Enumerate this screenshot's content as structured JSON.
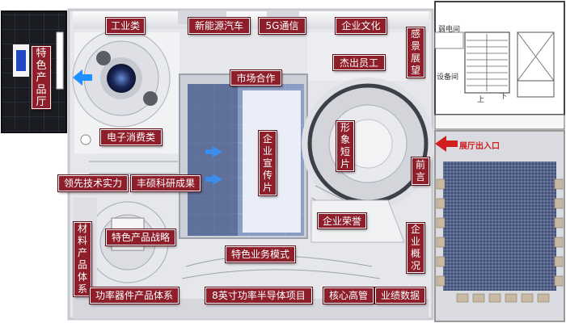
{
  "colors": {
    "label_bg": "#8e1e2a",
    "label_text": "#ffffff",
    "floor": "#e8e9ec",
    "arrow_blue": "#1e90ff",
    "arrow_red": "#d11e1e",
    "carpet": "#4a5a7a"
  },
  "labels": {
    "gongye": "工业类",
    "xinnengyuan": "新能源汽车",
    "fiveg": "5G通信",
    "qiye_wenhua": "企业文化",
    "ganjing_zhanwang": "感景展望",
    "tese_chanpin_ting": "特色产品厅",
    "shichang_hezuo": "市场合作",
    "jiechu_yuangong": "杰出员工",
    "xingxiang_duanpian": "形象短片",
    "dianzi_xiaofei": "电子消费类",
    "qiye_xuanchuan": "企业宣传片",
    "qianyan": "前言",
    "lingxian_jishu": "领先技术实力",
    "fengshuo_keyan": "丰硕科研成果",
    "qiye_rongyu": "企业荣誉",
    "cailiao_tixi": "材料产品体系",
    "tese_zhanlue": "特色产品战略",
    "qiye_gaikuang": "企业概况",
    "tese_yewu": "特色业务模式",
    "gonglv_qijian": "功率器件产品体系",
    "bandaoti": "8英寸功率半导体项目",
    "hexin_gaoguan": "核心高管",
    "yeji_shuju": "业绩数据"
  },
  "rooms": {
    "dianjian": "弱电间",
    "shebei": "设备间",
    "shang": "上",
    "xia": "下"
  },
  "entrance": "展厅出入口"
}
